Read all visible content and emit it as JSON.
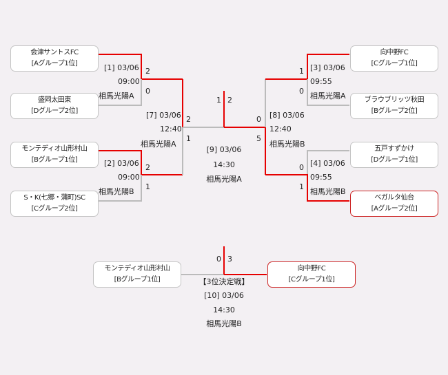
{
  "teams": {
    "aizu": {
      "name": "会津サントスFC",
      "group": "[Aグループ1位]"
    },
    "morioka": {
      "name": "盛岡太田東",
      "group": "[Dグループ2位]"
    },
    "montedio_left": {
      "name": "モンテディオ山形村山",
      "group": "[Bグループ1位]"
    },
    "sk": {
      "name": "S・K(七郷・蒲町)SC",
      "group": "[Cグループ2位]"
    },
    "mukainakano": {
      "name": "向中野FC",
      "group": "[Cグループ1位]"
    },
    "blaublitz": {
      "name": "ブラウブリッツ秋田",
      "group": "[Bグループ2位]"
    },
    "gonohe": {
      "name": "五戸すずかけ",
      "group": "[Dグループ1位]"
    },
    "vegalta": {
      "name": "ベガルタ仙台",
      "group": "[Aグループ2位]"
    },
    "third_left": {
      "name": "モンテディオ山形村山",
      "group": "[Bグループ1位]"
    },
    "third_right": {
      "name": "向中野FC",
      "group": "[Cグループ1位]"
    }
  },
  "matches": {
    "m1": {
      "label": "[1] 03/06",
      "time": "09:00",
      "venue": "相馬光陽A",
      "score_top": "2",
      "score_bottom": "0"
    },
    "m2": {
      "label": "[2] 03/06",
      "time": "09:00",
      "venue": "相馬光陽B",
      "score_top": "2",
      "score_bottom": "1"
    },
    "m3": {
      "label": "[3] 03/06",
      "time": "09:55",
      "venue": "相馬光陽A",
      "score_top": "1",
      "score_bottom": "0"
    },
    "m4": {
      "label": "[4] 03/06",
      "time": "09:55",
      "venue": "相馬光陽B",
      "score_top": "0",
      "score_bottom": "1"
    },
    "m7": {
      "label": "[7] 03/06",
      "time": "12:40",
      "venue": "相馬光陽A",
      "score_top": "2",
      "score_bottom": "1"
    },
    "m8": {
      "label": "[8] 03/06",
      "time": "12:40",
      "venue": "相馬光陽B",
      "score_top": "0",
      "score_bottom": "5"
    },
    "final": {
      "label": "[9] 03/06",
      "time": "14:30",
      "venue": "相馬光陽A",
      "score_left": "1",
      "score_right": "2"
    },
    "third": {
      "title": "【3位決定戦】",
      "label": "[10] 03/06",
      "time": "14:30",
      "venue": "相馬光陽B",
      "score_left": "0",
      "score_right": "3"
    }
  },
  "colors": {
    "win_line": "#e60000",
    "lose_line": "#bbbbbb",
    "background": "#f3f0f3"
  }
}
